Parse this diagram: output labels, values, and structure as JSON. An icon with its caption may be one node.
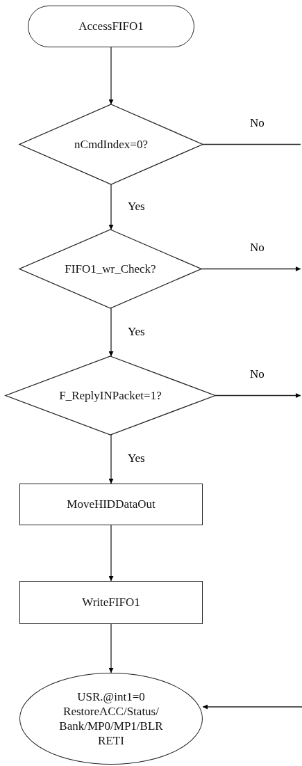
{
  "diagram": {
    "nodes": [
      {
        "text": [
          "AccessFIFO1"
        ]
      },
      {
        "text": [
          "nCmdIndex=0?"
        ]
      },
      {
        "text": [
          "FIFO1_wr_Check?"
        ]
      },
      {
        "text": [
          "F_ReplyINPacket=1?"
        ]
      },
      {
        "text": [
          "MoveHIDDataOut"
        ]
      },
      {
        "text": [
          "WriteFIFO1"
        ]
      },
      {
        "text": [
          "USR.@int1=0",
          "RestoreACC/Status/ Bank/MP0/MP1/BLR",
          "RETI"
        ]
      }
    ],
    "edges": [
      {
        "from": 0,
        "to": 1,
        "arrow": "to"
      },
      {
        "from": 1,
        "to": null,
        "arrow": "none",
        "label": "No"
      },
      {
        "from": 1,
        "to": 2,
        "arrow": "to",
        "label": "Yes"
      },
      {
        "from": 2,
        "to": null,
        "arrow": "to",
        "label": "No"
      },
      {
        "from": 2,
        "to": 3,
        "arrow": "to",
        "label": "Yes"
      },
      {
        "from": 3,
        "to": null,
        "arrow": "to",
        "label": "No"
      },
      {
        "from": 3,
        "to": 4,
        "arrow": "to",
        "label": "Yes"
      },
      {
        "from": 4,
        "to": 5,
        "arrow": "to"
      },
      {
        "from": 5,
        "to": 6,
        "arrow": "to"
      },
      {
        "from": null,
        "to": 6,
        "arrow": "to"
      }
    ]
  }
}
